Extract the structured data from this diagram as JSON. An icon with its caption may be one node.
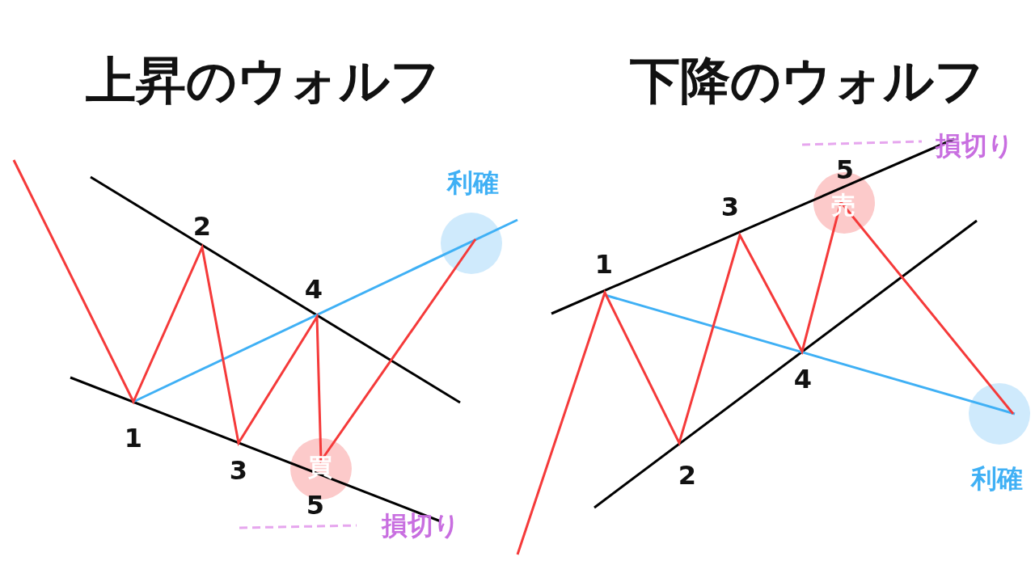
{
  "diagram": {
    "labels": [
      "上昇のウォルフ",
      "下降のウォルフ",
      "利確",
      "2",
      "4",
      "1",
      "3",
      "買",
      "5",
      "損切り",
      "損切り",
      "5",
      "3",
      "売",
      "1",
      "4",
      "2",
      "利確"
    ]
  }
}
